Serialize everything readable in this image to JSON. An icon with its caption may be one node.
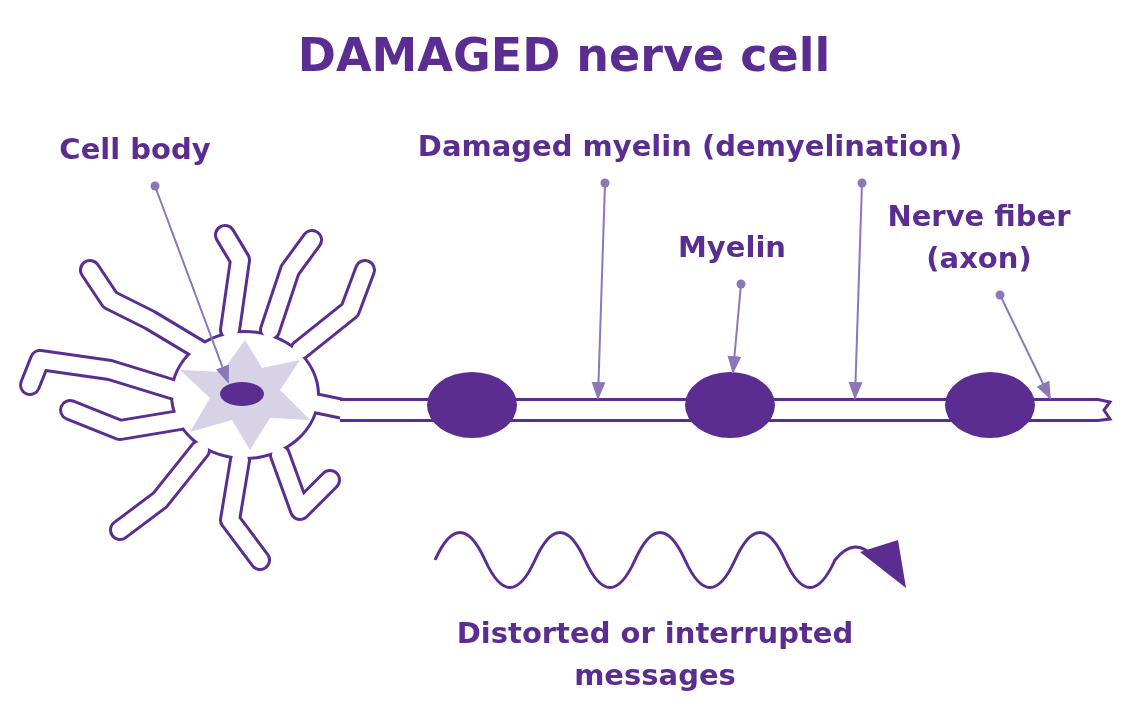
{
  "diagram": {
    "title": "DAMAGED nerve cell",
    "nodes": [
      {
        "text": [
          "Cell body"
        ]
      },
      {
        "text": [],
        "shape": "circle"
      },
      {
        "text": [
          "Damaged myelin (demyelination)"
        ]
      },
      {
        "text": [
          "Myelin"
        ]
      },
      {
        "text": [
          "Nerve fiber (axon)"
        ]
      },
      {
        "text": [],
        "shape": "circle"
      },
      {
        "text": [],
        "shape": "circle"
      },
      {
        "text": [],
        "shape": "circle"
      },
      {
        "text": [],
        "shape": "box"
      }
    ],
    "edges": [
      {
        "from": 0,
        "to": 1,
        "arrow": "to"
      },
      {
        "from": 2,
        "to": 8,
        "arrow": "to"
      },
      {
        "from": 2,
        "to": 8,
        "arrow": "to"
      },
      {
        "from": 3,
        "to": 6,
        "arrow": "to"
      },
      {
        "from": 4,
        "to": 8,
        "arrow": "to"
      }
    ],
    "labels": [
      "Distorted or interrupted messages"
    ]
  }
}
